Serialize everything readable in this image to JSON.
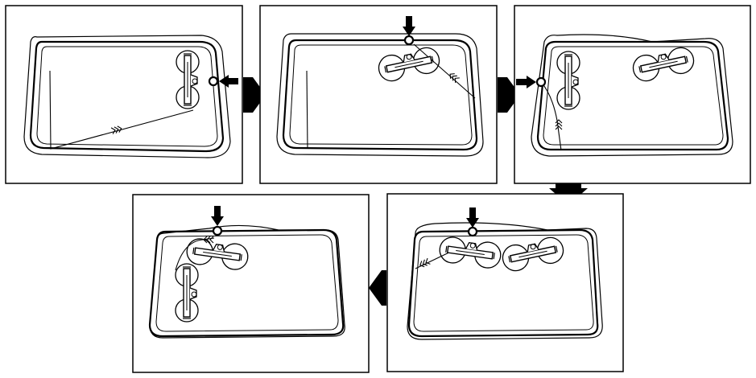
{
  "diagram": {
    "steps": [
      {
        "step": 1,
        "tool_orientation": "vertical",
        "tool_side": "right",
        "wire_direction": "to-upper-right"
      },
      {
        "step": 2,
        "tool_orientation": "horizontal",
        "tool_side": "top",
        "wire_direction": "to-right"
      },
      {
        "step": 3,
        "tool_orientation": "vertical",
        "tool_side": "left",
        "wire_direction": "down-left"
      },
      {
        "step": 4,
        "tool_orientation": "horizontal",
        "tool_side": "top",
        "wire_direction": "to-left"
      },
      {
        "step": 5,
        "tool_orientation": "vertical",
        "tool_side": "top-left",
        "wire_direction": "to-left"
      }
    ],
    "flow_order": [
      "step-1",
      "step-2",
      "step-3",
      "step-4",
      "step-5"
    ],
    "colors": {
      "line": "#000000",
      "background": "#ffffff"
    }
  }
}
